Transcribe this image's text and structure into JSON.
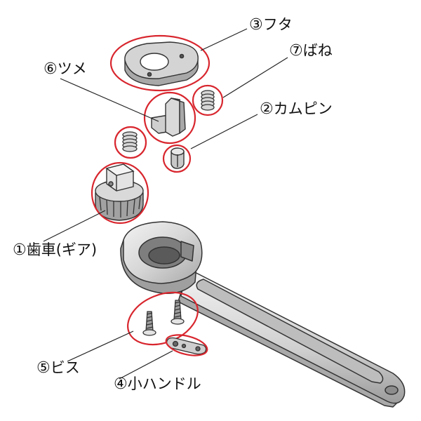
{
  "parts": [
    {
      "id": "gear",
      "number": "①",
      "name": "歯車(ギア)"
    },
    {
      "id": "cam-pin",
      "number": "②",
      "name": "カムピン"
    },
    {
      "id": "cover",
      "number": "③",
      "name": "フタ"
    },
    {
      "id": "small-handle",
      "number": "④",
      "name": "小ハンドル"
    },
    {
      "id": "screw",
      "number": "⑤",
      "name": "ビス"
    },
    {
      "id": "pawl",
      "number": "⑥",
      "name": "ツメ"
    },
    {
      "id": "spring",
      "number": "⑦",
      "name": "ばね"
    }
  ],
  "colors": {
    "highlight_ring": "#d8262e",
    "outline": "#333333",
    "metal_light": "#e6e6e6",
    "metal_mid": "#c9c9c9",
    "metal_dark": "#9a9a9a"
  }
}
